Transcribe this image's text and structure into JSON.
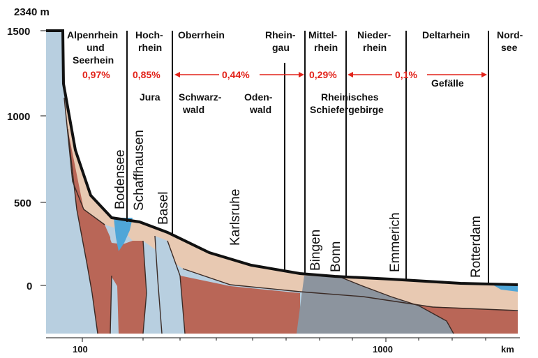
{
  "y_axis": {
    "top_label": "2340 m",
    "ticks": [
      "1500",
      "1000",
      "500",
      "0"
    ]
  },
  "x_axis": {
    "ticks": [
      "100",
      "1000"
    ],
    "unit": "km"
  },
  "sections": [
    {
      "line1": "Alpenrhein",
      "line2": "und"
    },
    {
      "line1": "Seerhein",
      "line2": ""
    },
    {
      "line1": "Hoch-",
      "line2": "rhein"
    },
    {
      "line1": "Oberrhein",
      "line2": ""
    },
    {
      "line1": "Rhein-",
      "line2": "gau"
    },
    {
      "line1": "Mittel-",
      "line2": "rhein"
    },
    {
      "line1": "Nieder-",
      "line2": "rhein"
    },
    {
      "line1": "Deltarhein",
      "line2": ""
    },
    {
      "line1": "Nord-",
      "line2": "see"
    }
  ],
  "gradients": [
    "0,97%",
    "0,85%",
    "0,44%",
    "0,29%",
    "0,1%"
  ],
  "gefaelle_label": "Gefälle",
  "regions": {
    "jura": "Jura",
    "schwarzwald_1": "Schwarz-",
    "schwarzwald_2": "wald",
    "odenwald_1": "Oden-",
    "odenwald_2": "wald",
    "schiefer_1": "Rheinisches",
    "schiefer_2": "Schiefergebirge"
  },
  "cities": [
    "Bodensee",
    "Schaffhausen",
    "Basel",
    "Karlsruhe",
    "Bingen",
    "Bonn",
    "Emmerich",
    "Rotterdam"
  ],
  "colors": {
    "gradient_red": "#e2231a",
    "light_blue": "#b8cfe0",
    "peach": "#e8c9b2",
    "brick": "#b96657",
    "slate": "#8c949e",
    "water": "#4fa6d8"
  }
}
